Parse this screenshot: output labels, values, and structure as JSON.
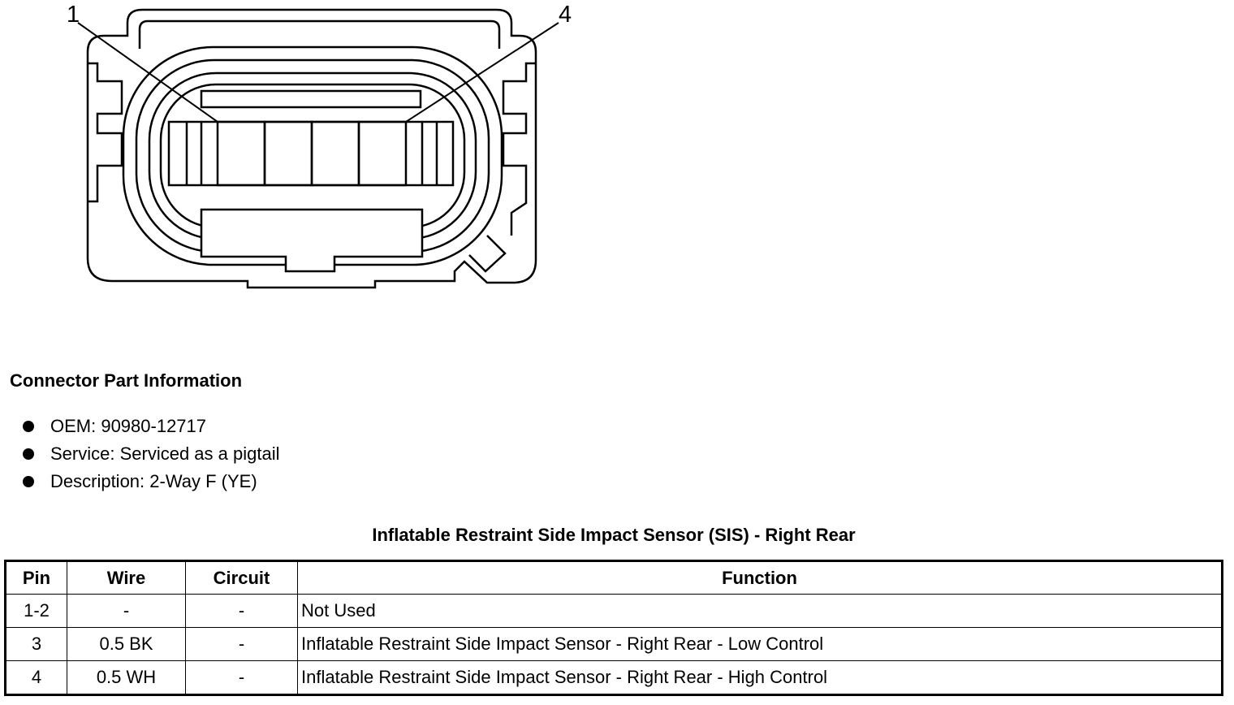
{
  "diagram": {
    "callouts": [
      "1",
      "4"
    ]
  },
  "connector_info": {
    "heading": "Connector Part Information",
    "items": [
      "OEM: 90980-12717",
      "Service: Serviced as a pigtail",
      "Description: 2-Way F (YE)"
    ]
  },
  "table": {
    "title": "Inflatable Restraint Side Impact Sensor (SIS) - Right Rear",
    "headers": {
      "pin": "Pin",
      "wire": "Wire",
      "circuit": "Circuit",
      "function": "Function"
    },
    "rows": [
      {
        "pin": "1-2",
        "wire": "-",
        "circuit": "-",
        "function": "Not Used"
      },
      {
        "pin": "3",
        "wire": "0.5 BK",
        "circuit": "-",
        "function": "Inflatable Restraint Side Impact Sensor - Right Rear - Low Control"
      },
      {
        "pin": "4",
        "wire": "0.5 WH",
        "circuit": "-",
        "function": "Inflatable Restraint Side Impact Sensor - Right Rear - High Control"
      }
    ]
  }
}
